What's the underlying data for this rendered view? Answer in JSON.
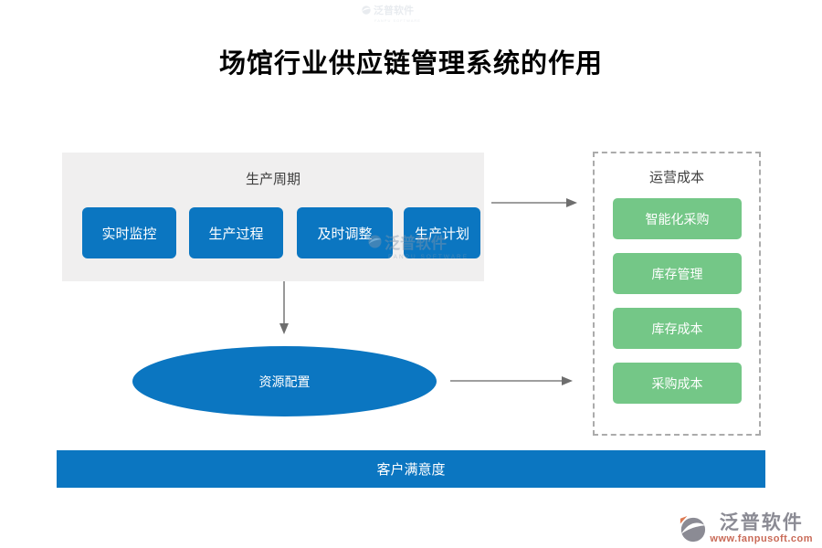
{
  "title": "场馆行业供应链管理系统的作用",
  "production_cycle": {
    "label": "生产周期",
    "items": [
      "实时监控",
      "生产过程",
      "及时调整",
      "生产计划"
    ]
  },
  "operating_cost": {
    "label": "运营成本",
    "items": [
      "智能化采购",
      "库存管理",
      "库存成本",
      "采购成本"
    ]
  },
  "resource_allocation": {
    "label": "资源配置"
  },
  "customer_satisfaction": {
    "label": "客户满意度"
  },
  "watermark": {
    "brand": "泛普软件",
    "subtext": "FANPU SOFTWARE"
  },
  "logo": {
    "brand": "泛普软件",
    "url": "www.fanpusoft.com",
    "icon": "fanpu-swoosh-icon"
  },
  "colors": {
    "node_blue": "#0B76C1",
    "node_green": "#74C787",
    "group_gray": "#F0EFEF",
    "arrow_gray": "#7F7F7F",
    "dashed_border": "#ABABAB",
    "label_dark": "#3F3F3F",
    "logo_gray": "#8B8B94",
    "logo_url_red": "#C96A57"
  }
}
